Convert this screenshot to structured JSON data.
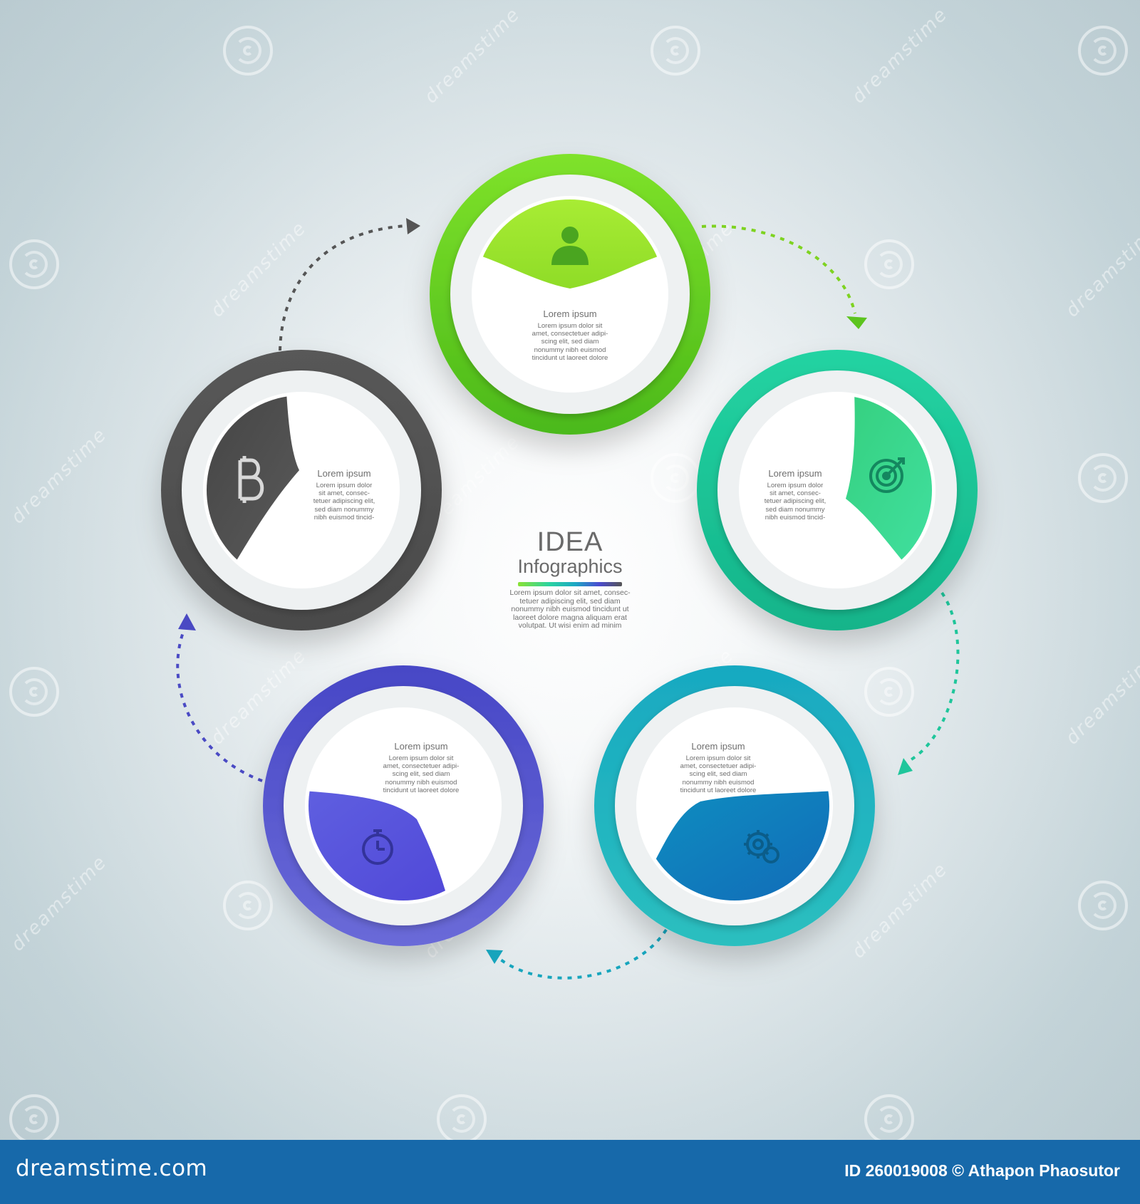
{
  "infographic": {
    "title": "IDEA",
    "subtitle": "Infographics",
    "body": "Lorem ipsum dolor sit amet, consectetuer adipiscing elit, sed diam nonummy nibh euismod tincidunt ut laoreet dolore magna aliquam erat volutpat. Ut wisi enim ad minim",
    "body_lines": [
      "Lorem ipsum dolor sit amet, consec-",
      "tetuer adipiscing elit, sed diam",
      "nonummy nibh euismod tincidunt ut",
      "laoreet dolore magna aliquam erat",
      "volutpat. Ut wisi enim ad minim"
    ],
    "steps": [
      {
        "title": "Lorem ipsum",
        "body_lines": [
          "Lorem ipsum dolor sit",
          "amet, consectetuer adipi-",
          "scing elit, sed diam",
          "nonummy nibh euismod",
          "tincidunt ut laoreet dolore"
        ],
        "icon": "user-icon",
        "color": "#7ed321"
      },
      {
        "title": "Lorem ipsum",
        "body_lines": [
          "Lorem ipsum dolor",
          "sit amet, consec-",
          "tetuer adipiscing elit,",
          "sed diam nonummy",
          "nibh euismod tincid-"
        ],
        "icon": "target-icon",
        "color": "#1fcf98"
      },
      {
        "title": "Lorem ipsum",
        "body_lines": [
          "Lorem ipsum dolor sit",
          "amet, consectetuer adipi-",
          "scing elit, sed diam",
          "nonummy nibh euismod",
          "tincidunt ut laoreet dolore"
        ],
        "icon": "gears-icon",
        "color": "#17a5bd"
      },
      {
        "title": "Lorem ipsum",
        "body_lines": [
          "Lorem ipsum dolor sit",
          "amet, consectetuer adipi-",
          "scing elit, sed diam",
          "nonummy nibh euismod",
          "tincidunt ut laoreet dolore"
        ],
        "icon": "stopwatch-icon",
        "color": "#5050d0"
      },
      {
        "title": "Lorem ipsum",
        "body_lines": [
          "Lorem ipsum dolor",
          "sit amet, consec-",
          "tetuer adipiscing elit,",
          "sed diam nonummy",
          "nibh euismod tincid-"
        ],
        "icon": "bitcoin-icon",
        "color": "#555555"
      }
    ]
  },
  "watermark": {
    "text": "dreamstime"
  },
  "footer": {
    "logo": "dreamstime.com",
    "credit": "ID 260019008 © Athapon Phaosutor"
  }
}
